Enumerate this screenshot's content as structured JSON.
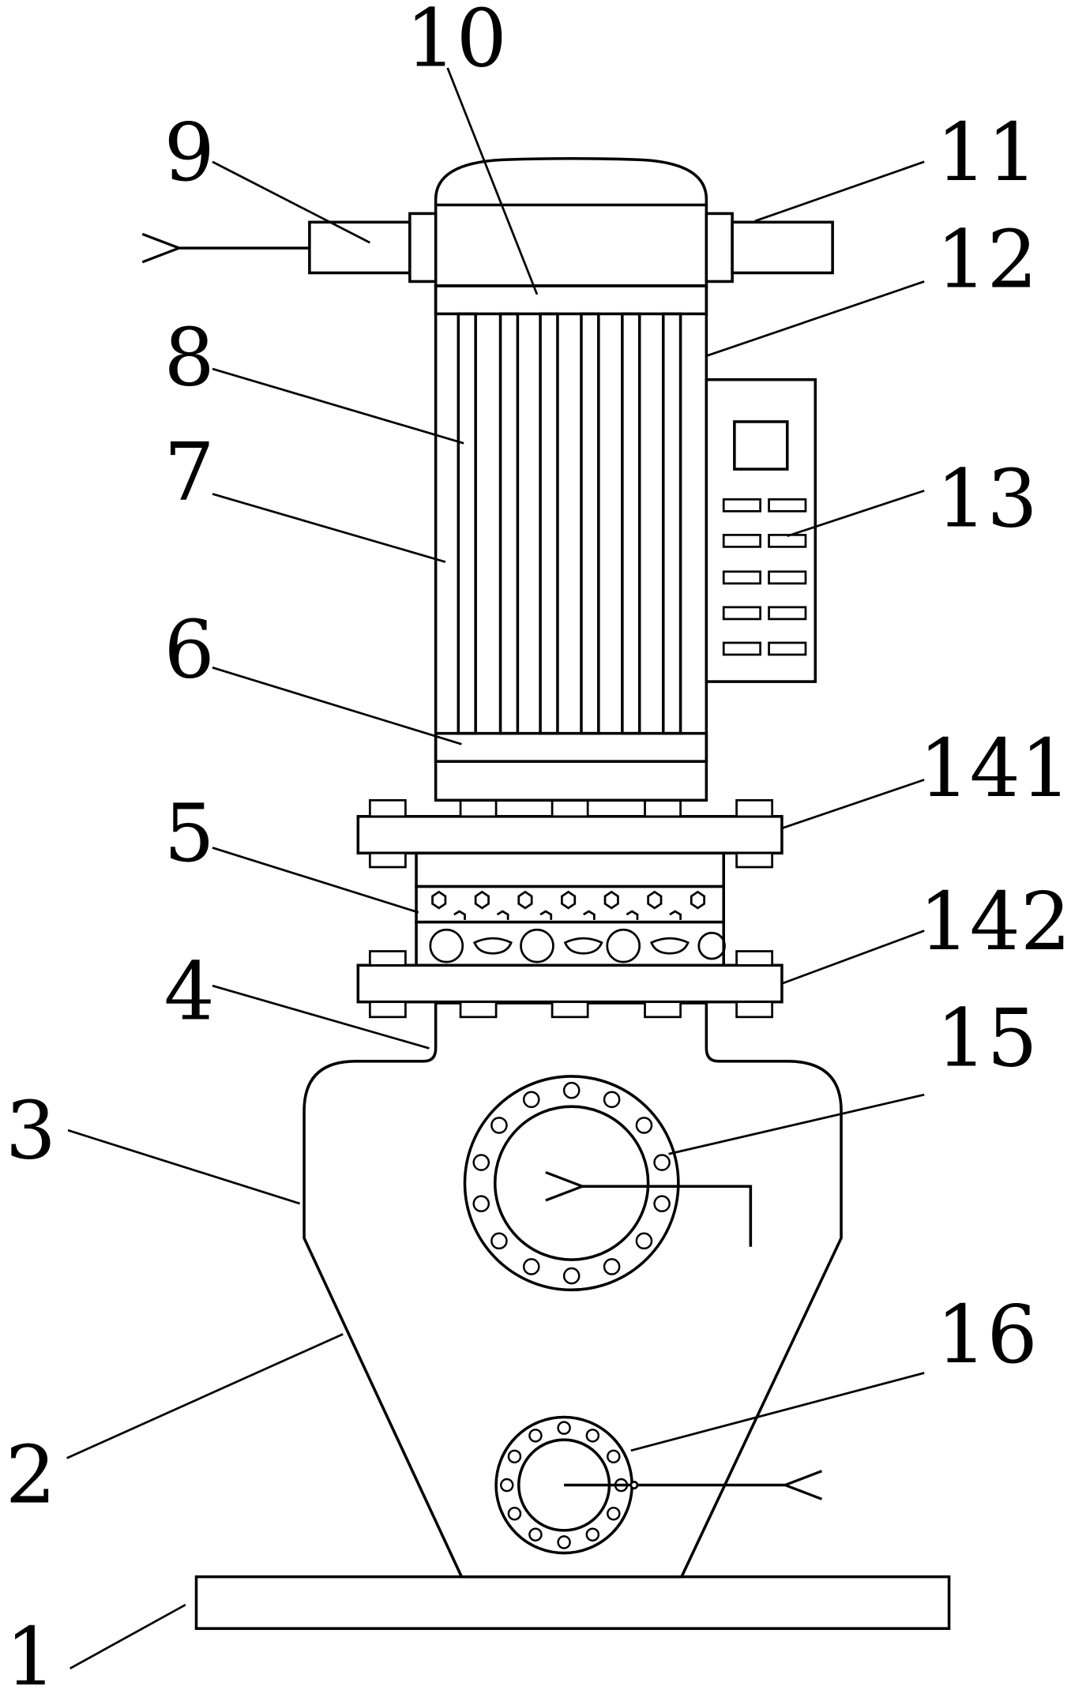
{
  "figure": {
    "labels": [
      "1",
      "2",
      "3",
      "4",
      "5",
      "6",
      "7",
      "8",
      "9",
      "10",
      "11",
      "12",
      "13",
      "141",
      "142",
      "15",
      "16"
    ]
  }
}
